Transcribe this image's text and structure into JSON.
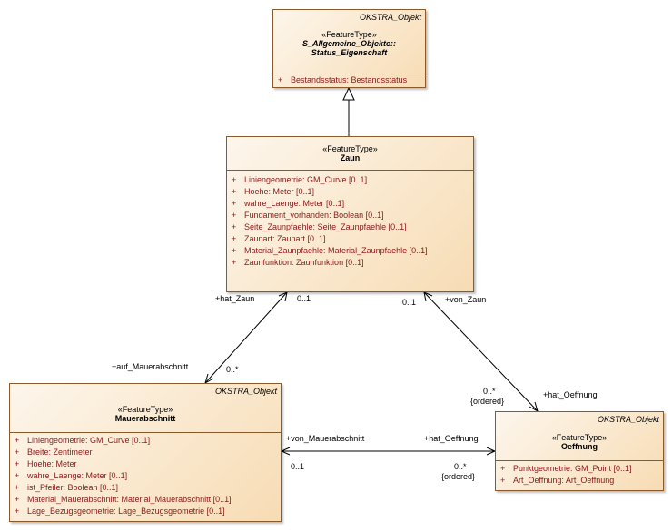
{
  "classes": {
    "status": {
      "package": "OKSTRA_Objekt",
      "stereotype": "«FeatureType»",
      "name_line1": "S_Allgemeine_Objekte::",
      "name_line2": "Status_Eigenschaft",
      "attributes": [
        {
          "vis": "+",
          "text": "Bestandsstatus: Bestandsstatus"
        }
      ]
    },
    "zaun": {
      "stereotype": "«FeatureType»",
      "name": "Zaun",
      "attributes": [
        {
          "vis": "+",
          "text": "Liniengeometrie: GM_Curve [0..1]"
        },
        {
          "vis": "+",
          "text": "Hoehe: Meter [0..1]"
        },
        {
          "vis": "+",
          "text": "wahre_Laenge: Meter [0..1]"
        },
        {
          "vis": "+",
          "text": "Fundament_vorhanden: Boolean [0..1]"
        },
        {
          "vis": "+",
          "text": "Seite_Zaunpfaehle: Seite_Zaunpfaehle [0..1]"
        },
        {
          "vis": "+",
          "text": "Zaunart: Zaunart [0..1]"
        },
        {
          "vis": "+",
          "text": "Material_Zaunpfaehle: Material_Zaunpfaehle [0..1]"
        },
        {
          "vis": "+",
          "text": "Zaunfunktion: Zaunfunktion [0..1]"
        }
      ]
    },
    "mauer": {
      "package": "OKSTRA_Objekt",
      "stereotype": "«FeatureType»",
      "name": "Mauerabschnitt",
      "attributes": [
        {
          "vis": "+",
          "text": "Liniengeometrie: GM_Curve [0..1]"
        },
        {
          "vis": "+",
          "text": "Breite: Zentimeter"
        },
        {
          "vis": "+",
          "text": "Hoehe: Meter"
        },
        {
          "vis": "+",
          "text": "wahre_Laenge: Meter [0..1]"
        },
        {
          "vis": "+",
          "text": "ist_Pfeiler: Boolean [0..1]"
        },
        {
          "vis": "+",
          "text": "Material_Mauerabschnitt: Material_Mauerabschnitt [0..1]"
        },
        {
          "vis": "+",
          "text": "Lage_Bezugsgeometrie: Lage_Bezugsgeometrie [0..1]"
        }
      ]
    },
    "oeffnung": {
      "package": "OKSTRA_Objekt",
      "stereotype": "«FeatureType»",
      "name": "Oeffnung",
      "attributes": [
        {
          "vis": "+",
          "text": "Punktgeometrie: GM_Point [0..1]"
        },
        {
          "vis": "+",
          "text": "Art_Oeffnung: Art_Oeffnung"
        }
      ]
    }
  },
  "associations": {
    "zaun_mauer": {
      "role_near_zaun": "+hat_Zaun",
      "mult_near_zaun": "0..1",
      "role_near_mauer": "+auf_Mauerabschnitt",
      "mult_near_mauer": "0..*"
    },
    "zaun_oeffnung": {
      "mult_near_zaun": "0..1",
      "role_near_zaun": "+von_Zaun",
      "mult_near_oeffnung": "0..*",
      "ordered_near_oeffnung": "{ordered}",
      "role_near_oeffnung": "+hat_Oeffnung"
    },
    "mauer_oeffnung": {
      "role_near_mauer": "+von_Mauerabschnitt",
      "mult_near_mauer": "0..1",
      "role_near_oeffnung": "+hat_Oeffnung",
      "mult_near_oeffnung": "0..*",
      "ordered_near_oeffnung": "{ordered}"
    }
  }
}
